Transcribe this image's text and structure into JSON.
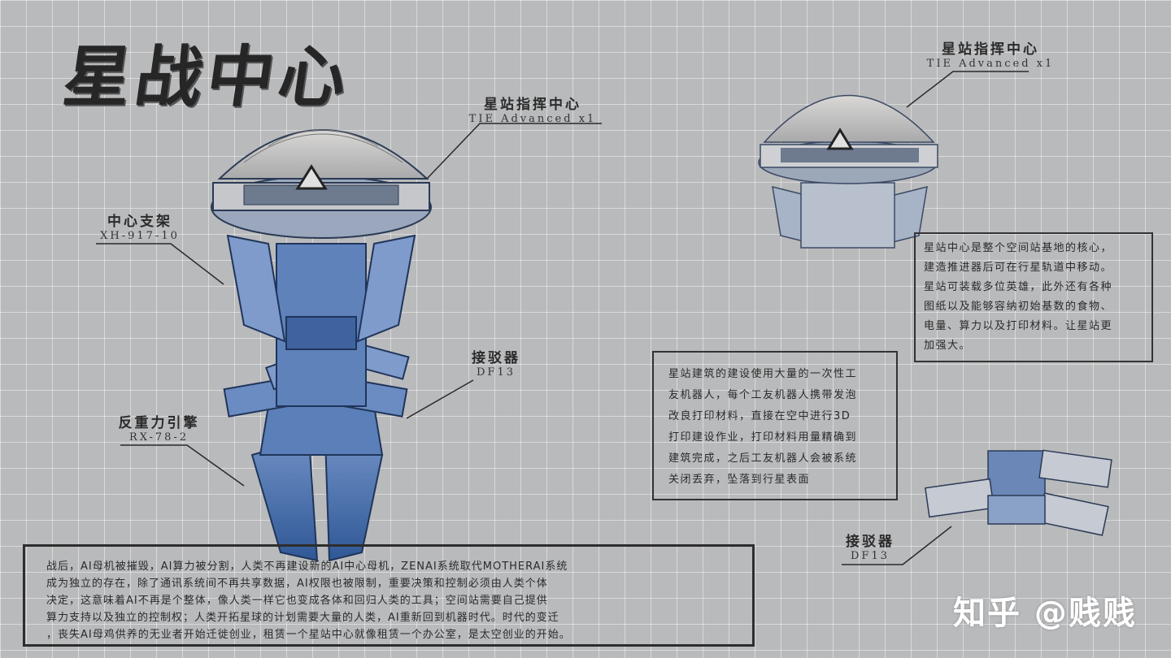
{
  "title": "星战中心",
  "callouts": {
    "command_center": {
      "name": "星站指挥中心",
      "code": "TIE Advanced x1"
    },
    "center_frame": {
      "name": "中心支架",
      "code": "XH-917-10"
    },
    "docking": {
      "name": "接驳器",
      "code": "DF13"
    },
    "antigravity": {
      "name": "反重力引擎",
      "code": "RX-78-2"
    },
    "command_center_detail": {
      "name": "星站指挥中心",
      "code": "TIE Advanced x1"
    },
    "docking_detail": {
      "name": "接驳器",
      "code": "DF13"
    }
  },
  "description_station": [
    "星站中心是整个空间站基地的核心，",
    "建造推进器后可在行星轨道中移动。",
    "星站可装载多位英雄，此外还有各种",
    "图纸以及能够容纳初始基数的食物、",
    "电量、算力以及打印材料。让星站更",
    "加强大。"
  ],
  "description_build": [
    "星站建筑的建设使用大量的一次性工",
    "友机器人，每个工友机器人携带发泡",
    "改良打印材料，直接在空中进行3D",
    "打印建设作业，打印材料用量精确到",
    "建筑完成，之后工友机器人会被系统",
    "关闭丢弃，坠落到行星表面"
  ],
  "story": [
    "战后，AI母机被摧毁，AI算力被分割，人类不再建设新的AI中心母机，ZENAI系统取代MOTHERAI系统",
    "成为独立的存在，除了通讯系统间不再共享数据，AI权限也被限制，重要决策和控制必须由人类个体",
    "决定，这意味着AI不再是个整体，像人类一样它也变成各体和回归人类的工具；空间站需要自己提供",
    "算力支持以及独立的控制权；人类开拓星球的计划需要大量的人类，AI重新回到机器时代。时代的变迁",
    "，丧失AI母鸡供养的无业者开始迁徙创业，租赁一个星站中心就像租赁一个办公室，是太空创业的开始。"
  ],
  "watermark": "知乎 @贱贱",
  "colors": {
    "background": "#b9babc",
    "blueprint_blue": "#3d68a8",
    "ink": "#2a2a2a"
  }
}
